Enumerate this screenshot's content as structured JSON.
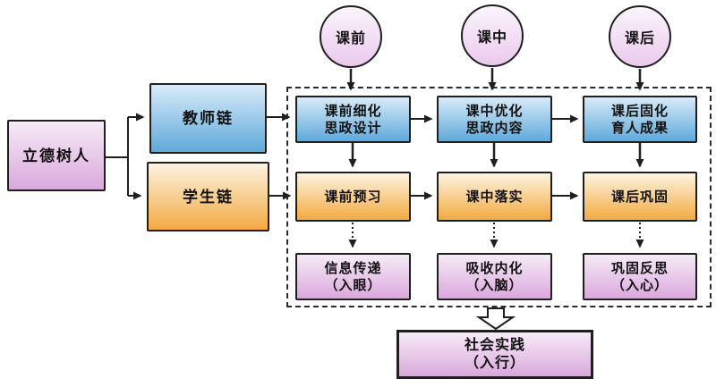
{
  "diagram": {
    "root_node": {
      "label": "立德树人"
    },
    "teacher_chain": {
      "label": "教师链"
    },
    "student_chain": {
      "label": "学生链"
    },
    "phase_circles": [
      {
        "label": "课前"
      },
      {
        "label": "课中"
      },
      {
        "label": "课后"
      }
    ],
    "teacher_steps": [
      {
        "line1": "课前细化",
        "line2": "思政设计"
      },
      {
        "line1": "课中优化",
        "line2": "思政内容"
      },
      {
        "line1": "课后固化",
        "line2": "育人成果"
      }
    ],
    "student_steps": [
      {
        "label": "课前预习"
      },
      {
        "label": "课中落实"
      },
      {
        "label": "课后巩固"
      }
    ],
    "outcome_steps": [
      {
        "line1": "信息传递",
        "line2": "（入眼）"
      },
      {
        "line1": "吸收内化",
        "line2": "（入脑）"
      },
      {
        "line1": "巩固反思",
        "line2": "（入心）"
      }
    ],
    "practice_node": {
      "line1": "社会实践",
      "line2": "（入行）"
    },
    "colors": {
      "pink_top": "#f6ebf7",
      "pink_bottom": "#daa8dc",
      "blue_top": "#d8ebf9",
      "blue_bottom": "#5fa9da",
      "orange_top": "#fdf4e2",
      "orange_bottom": "#f3aa41",
      "line": "#1f1f1f"
    }
  }
}
